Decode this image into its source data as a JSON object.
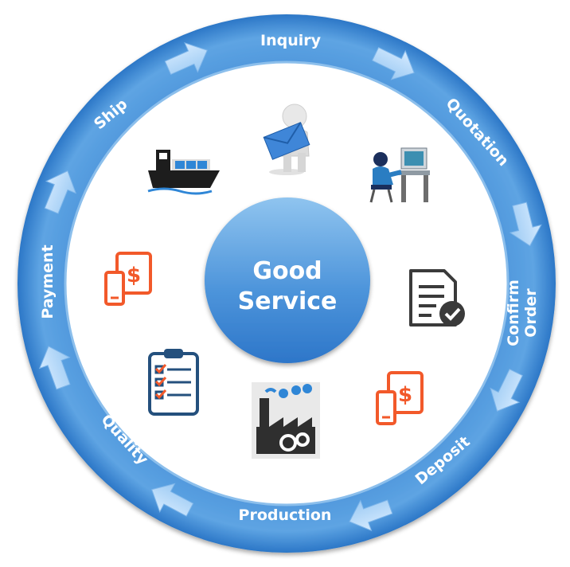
{
  "center": {
    "line1": "Good",
    "line2": "Service"
  },
  "steps": {
    "inquiry": "Inquiry",
    "quotation": "Quotation",
    "confirm_line1": "Confirm",
    "confirm_line2": "Order",
    "deposit": "Deposit",
    "production": "Production",
    "quality": "Quality",
    "payment": "Payment",
    "ship": "Ship"
  },
  "colors": {
    "ring_outer": "#2f7fd0",
    "ring_inner": "#8cc0ef",
    "arrow": "#b9dcfb",
    "center_top": "#8cc2ee",
    "center_bottom": "#2f7ad0",
    "icon_orange": "#f2592a",
    "icon_dark": "#3a3a3a",
    "icon_navy": "#24507d"
  },
  "icons": [
    "envelope-person-icon",
    "computer-operator-icon",
    "document-check-icon",
    "mobile-payment-icon",
    "factory-gears-icon",
    "checklist-clipboard-icon",
    "cargo-ship-icon"
  ]
}
